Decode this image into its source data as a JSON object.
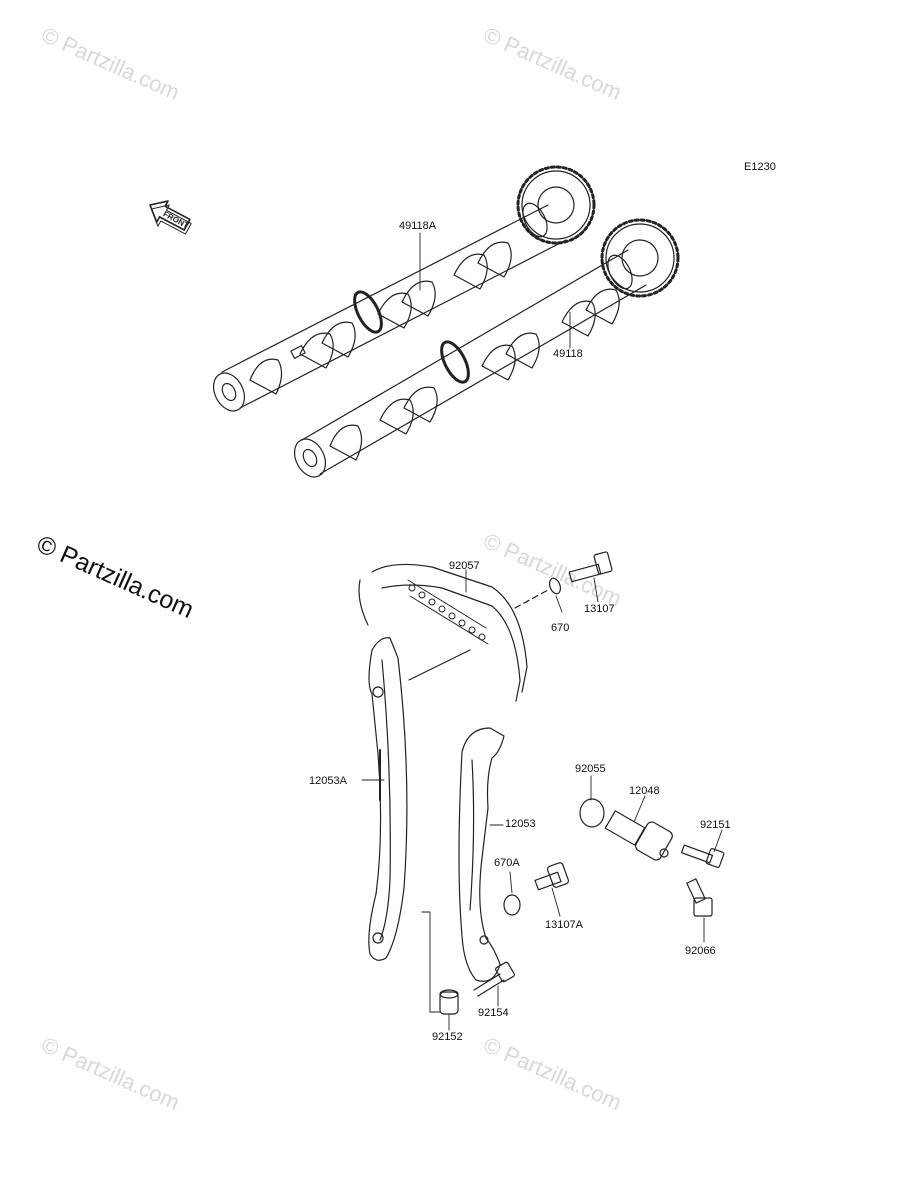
{
  "diagram_code": "E1230",
  "front_marker": "FRONT",
  "watermark": "© Partzilla.com",
  "part_labels": {
    "p49118A": "49118A",
    "p49118": "49118",
    "p92057": "92057",
    "p13107": "13107",
    "p670": "670",
    "p12053A": "12053A",
    "p12053": "12053",
    "p92055": "92055",
    "p12048": "12048",
    "p92151": "92151",
    "p670A": "670A",
    "p13107A": "13107A",
    "p92066": "92066",
    "p92154": "92154",
    "p92152": "92152"
  }
}
